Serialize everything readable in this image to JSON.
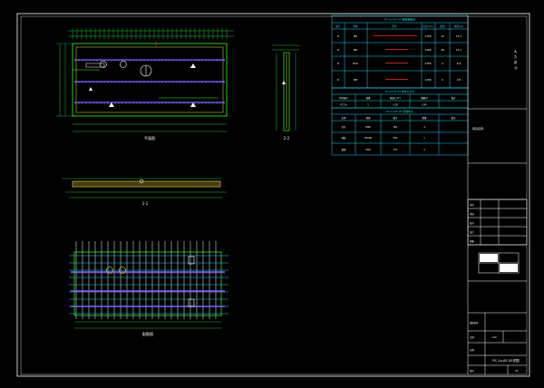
{
  "drawing": {
    "views": {
      "plan_top_caption": "平面图",
      "section_mid_caption": "1-1",
      "side_view_caption": "2-2",
      "plan_bottom_caption": "配筋图"
    },
    "tables": {
      "rebar_table_title": "PC-1a-6F-05 钢筋明细表",
      "rebar_headers": [
        "编号",
        "规格",
        "形状",
        "长度(mm)",
        "数量",
        "重量(kg)"
      ],
      "rebar_rows": [
        {
          "id": "①",
          "spec": "Φ8",
          "len": "2780",
          "qty": "12",
          "wt": "13.2"
        },
        {
          "id": "②",
          "spec": "Φ8",
          "len": "1180",
          "qty": "28",
          "wt": "13.1"
        },
        {
          "id": "③",
          "spec": "Φ10",
          "len": "2780",
          "qty": "4",
          "wt": "6.9"
        },
        {
          "id": "④",
          "spec": "Φ8",
          "len": "1180",
          "qty": "6",
          "wt": "2.8"
        }
      ],
      "summary_title": "PC-1a-6F-05 构件信息表",
      "summary_headers": [
        "构件编号",
        "数量",
        "混凝土(m³)",
        "重量(t)",
        "备注"
      ],
      "summary_row": [
        "PC-1a",
        "1",
        "0.18",
        "0.45",
        ""
      ],
      "embed_title": "PC-1a-6F-05 预埋件表",
      "embed_headers": [
        "名称",
        "规格",
        "编号",
        "数量",
        "备注"
      ],
      "embed_rows": [
        [
          "吊钉",
          "DN8",
          "MJ1",
          "4",
          ""
        ],
        [
          "线盒",
          "PVC86",
          "XH1",
          "1",
          ""
        ],
        [
          "套筒",
          "M16",
          "TT1",
          "4",
          ""
        ]
      ]
    },
    "title_block": {
      "company": "大\n力\n设\n计",
      "project_label": "项目名称",
      "drawing_label": "图纸名称",
      "rows": [
        "审定",
        "审核",
        "校对",
        "设计",
        "制图"
      ],
      "drawing_name": "PC-1a-6F-05详图",
      "scale_label": "比例",
      "scale_value": "1:20",
      "date_label": "日期",
      "sheet_label": "图号",
      "sheet_no": "05"
    },
    "colors": {
      "frame": "#ffffff",
      "table": "#22d3ee",
      "outline": "#39ff14",
      "rebar_main": "#6b6bff",
      "rebar_alt": "#c04bd6",
      "dim": "#1fbf3a",
      "accent": "#ff3030",
      "yellow": "#e8e84a"
    }
  }
}
